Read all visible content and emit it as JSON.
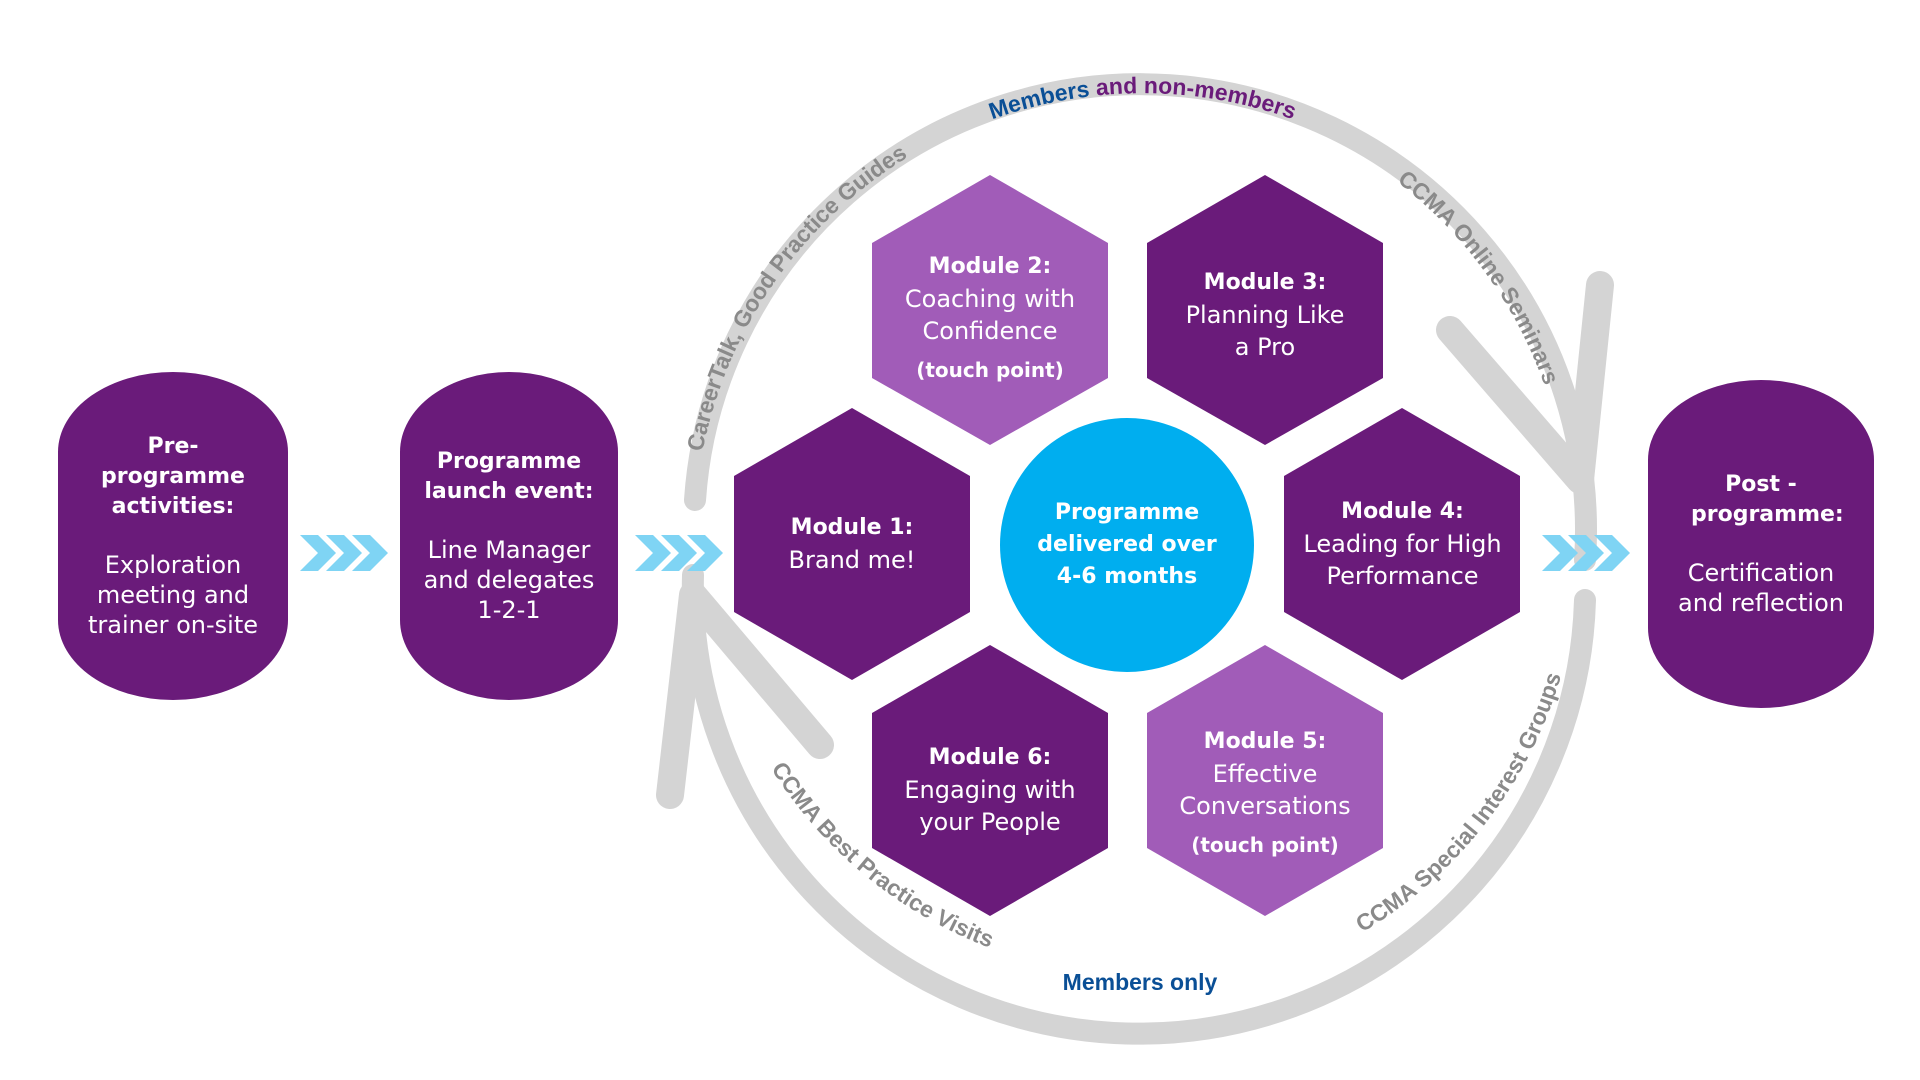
{
  "colors": {
    "dark_purple": "#6a1b7a",
    "light_purple": "#a15cb8",
    "cyan": "#00aeef",
    "chevron": "#7fd4f4",
    "arc_grey": "#d4d4d4",
    "arc_text": "#8a8a8a",
    "label_blue": "#0a4f96",
    "label_purple": "#6a1b7a"
  },
  "stages": {
    "pre": {
      "title": "Pre-programme activities:",
      "desc": "Exploration meeting and trainer on-site"
    },
    "launch": {
      "title": "Programme launch event:",
      "desc": "Line Manager and delegates 1-2-1"
    },
    "post": {
      "title": "Post - programme:",
      "desc": "Certification and reflection"
    }
  },
  "center": {
    "text": "Programme delivered over 4-6 months"
  },
  "modules": {
    "m1": {
      "title": "Module 1:",
      "desc": "Brand me!",
      "note": ""
    },
    "m2": {
      "title": "Module 2:",
      "desc": "Coaching with Confidence",
      "note": "(touch point)"
    },
    "m3": {
      "title": "Module 3:",
      "desc": "Planning Like a Pro",
      "note": ""
    },
    "m4": {
      "title": "Module 4:",
      "desc": "Leading for High Performance",
      "note": ""
    },
    "m5": {
      "title": "Module 5:",
      "desc": "Effective Conversations",
      "note": "(touch point)"
    },
    "m6": {
      "title": "Module 6:",
      "desc": "Engaging with your People",
      "note": ""
    }
  },
  "arc_labels": {
    "top_left": "CareerTalk, Good Practice Guides",
    "top_right": "CCMA Online Seminars",
    "bottom_left": "CCMA Best Practice Visits",
    "bottom_right": "CCMA Special Interest Groups",
    "members_word": "Members",
    "non_members_part": "and non-members",
    "members_only": "Members only"
  },
  "chevron_glyph": ">>>"
}
